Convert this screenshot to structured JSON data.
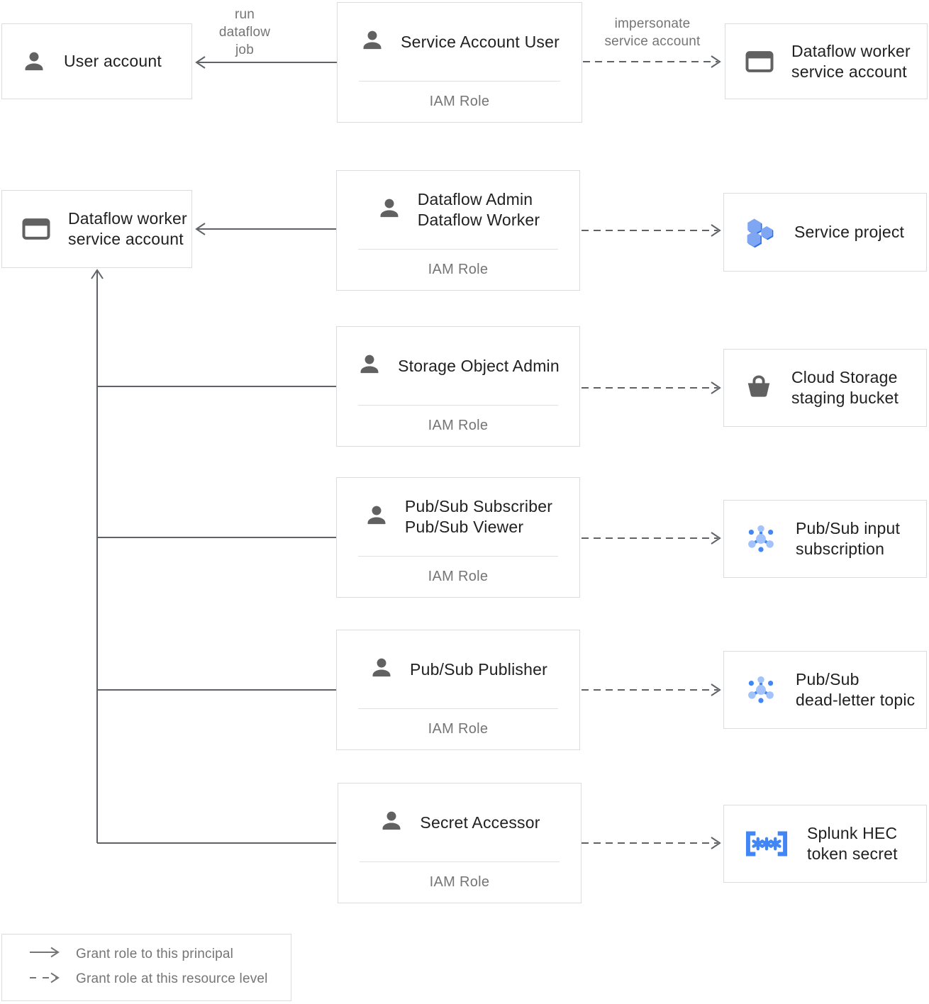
{
  "colors": {
    "box_border": "#dadce0",
    "title_text": "#212121",
    "muted_text": "#757575",
    "connector_line": "#5f6368",
    "icon_gray": "#616161",
    "gcp_blue": "#4285f4",
    "gcp_blue_light": "#a1c2fa",
    "hexagon_light": "#7ea6f3",
    "hexagon_dark": "#2f6fe8"
  },
  "nodes": {
    "user_account": {
      "label": "User account"
    },
    "service_account_user": {
      "title": "Service Account User",
      "subtitle": "IAM Role"
    },
    "worker_sa_top_right": {
      "label": "Dataflow worker\nservice account"
    },
    "worker_sa_left": {
      "label": "Dataflow worker\nservice account"
    },
    "dataflow_admin_worker": {
      "title": "Dataflow Admin\nDataflow Worker",
      "subtitle": "IAM Role"
    },
    "service_project": {
      "label": "Service project"
    },
    "storage_object_admin": {
      "title": "Storage Object Admin",
      "subtitle": "IAM Role"
    },
    "staging_bucket": {
      "label": "Cloud Storage\nstaging bucket"
    },
    "pubsub_subscriber_viewer": {
      "title": "Pub/Sub Subscriber\nPub/Sub Viewer",
      "subtitle": "IAM Role"
    },
    "input_subscription": {
      "label": "Pub/Sub input\nsubscription"
    },
    "pubsub_publisher": {
      "title": "Pub/Sub Publisher",
      "subtitle": "IAM Role"
    },
    "dead_letter_topic": {
      "label": "Pub/Sub\ndead-letter topic"
    },
    "secret_accessor": {
      "title": "Secret Accessor",
      "subtitle": "IAM Role"
    },
    "splunk_secret": {
      "label": "Splunk HEC\ntoken secret"
    }
  },
  "edges": {
    "run_dataflow_job": "run\ndataflow\njob",
    "impersonate": "impersonate\nservice account"
  },
  "legend": {
    "items": [
      {
        "style": "solid",
        "label": "Grant role to this principal"
      },
      {
        "style": "dashed",
        "label": "Grant role at this resource level"
      }
    ]
  }
}
